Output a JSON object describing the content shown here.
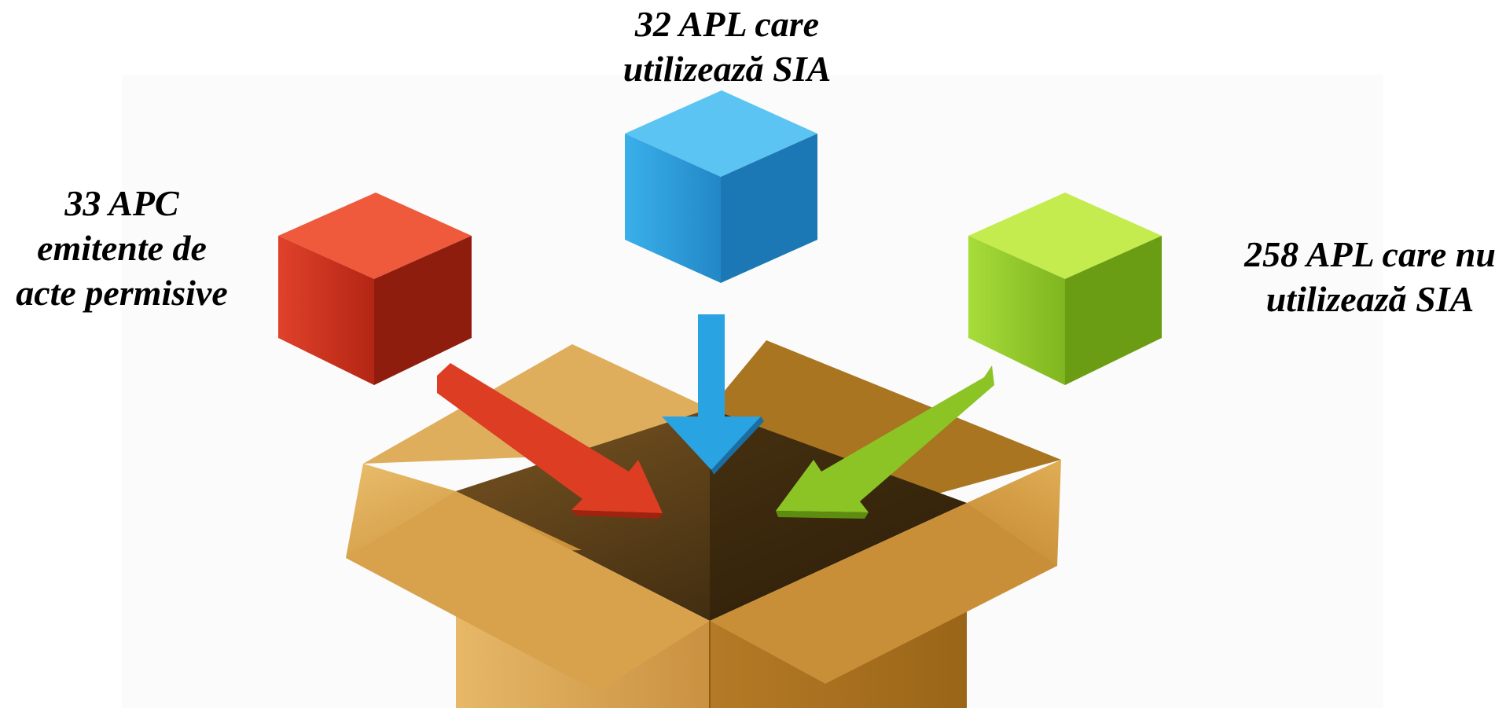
{
  "labels": {
    "red": {
      "line1": "33 APC",
      "line2": "emitente de",
      "line3": "acte permisive"
    },
    "blue": {
      "line1": "32 APL care",
      "line2": "utilizează SIA"
    },
    "green": {
      "line1": "258 APL care nu",
      "line2": "utilizează SIA"
    }
  },
  "colors": {
    "red_cube": "#c9301c",
    "blue_cube": "#2a9fdc",
    "green_cube": "#8cc42a",
    "box": "#d6a04a",
    "box_interior": "#4a3515"
  }
}
